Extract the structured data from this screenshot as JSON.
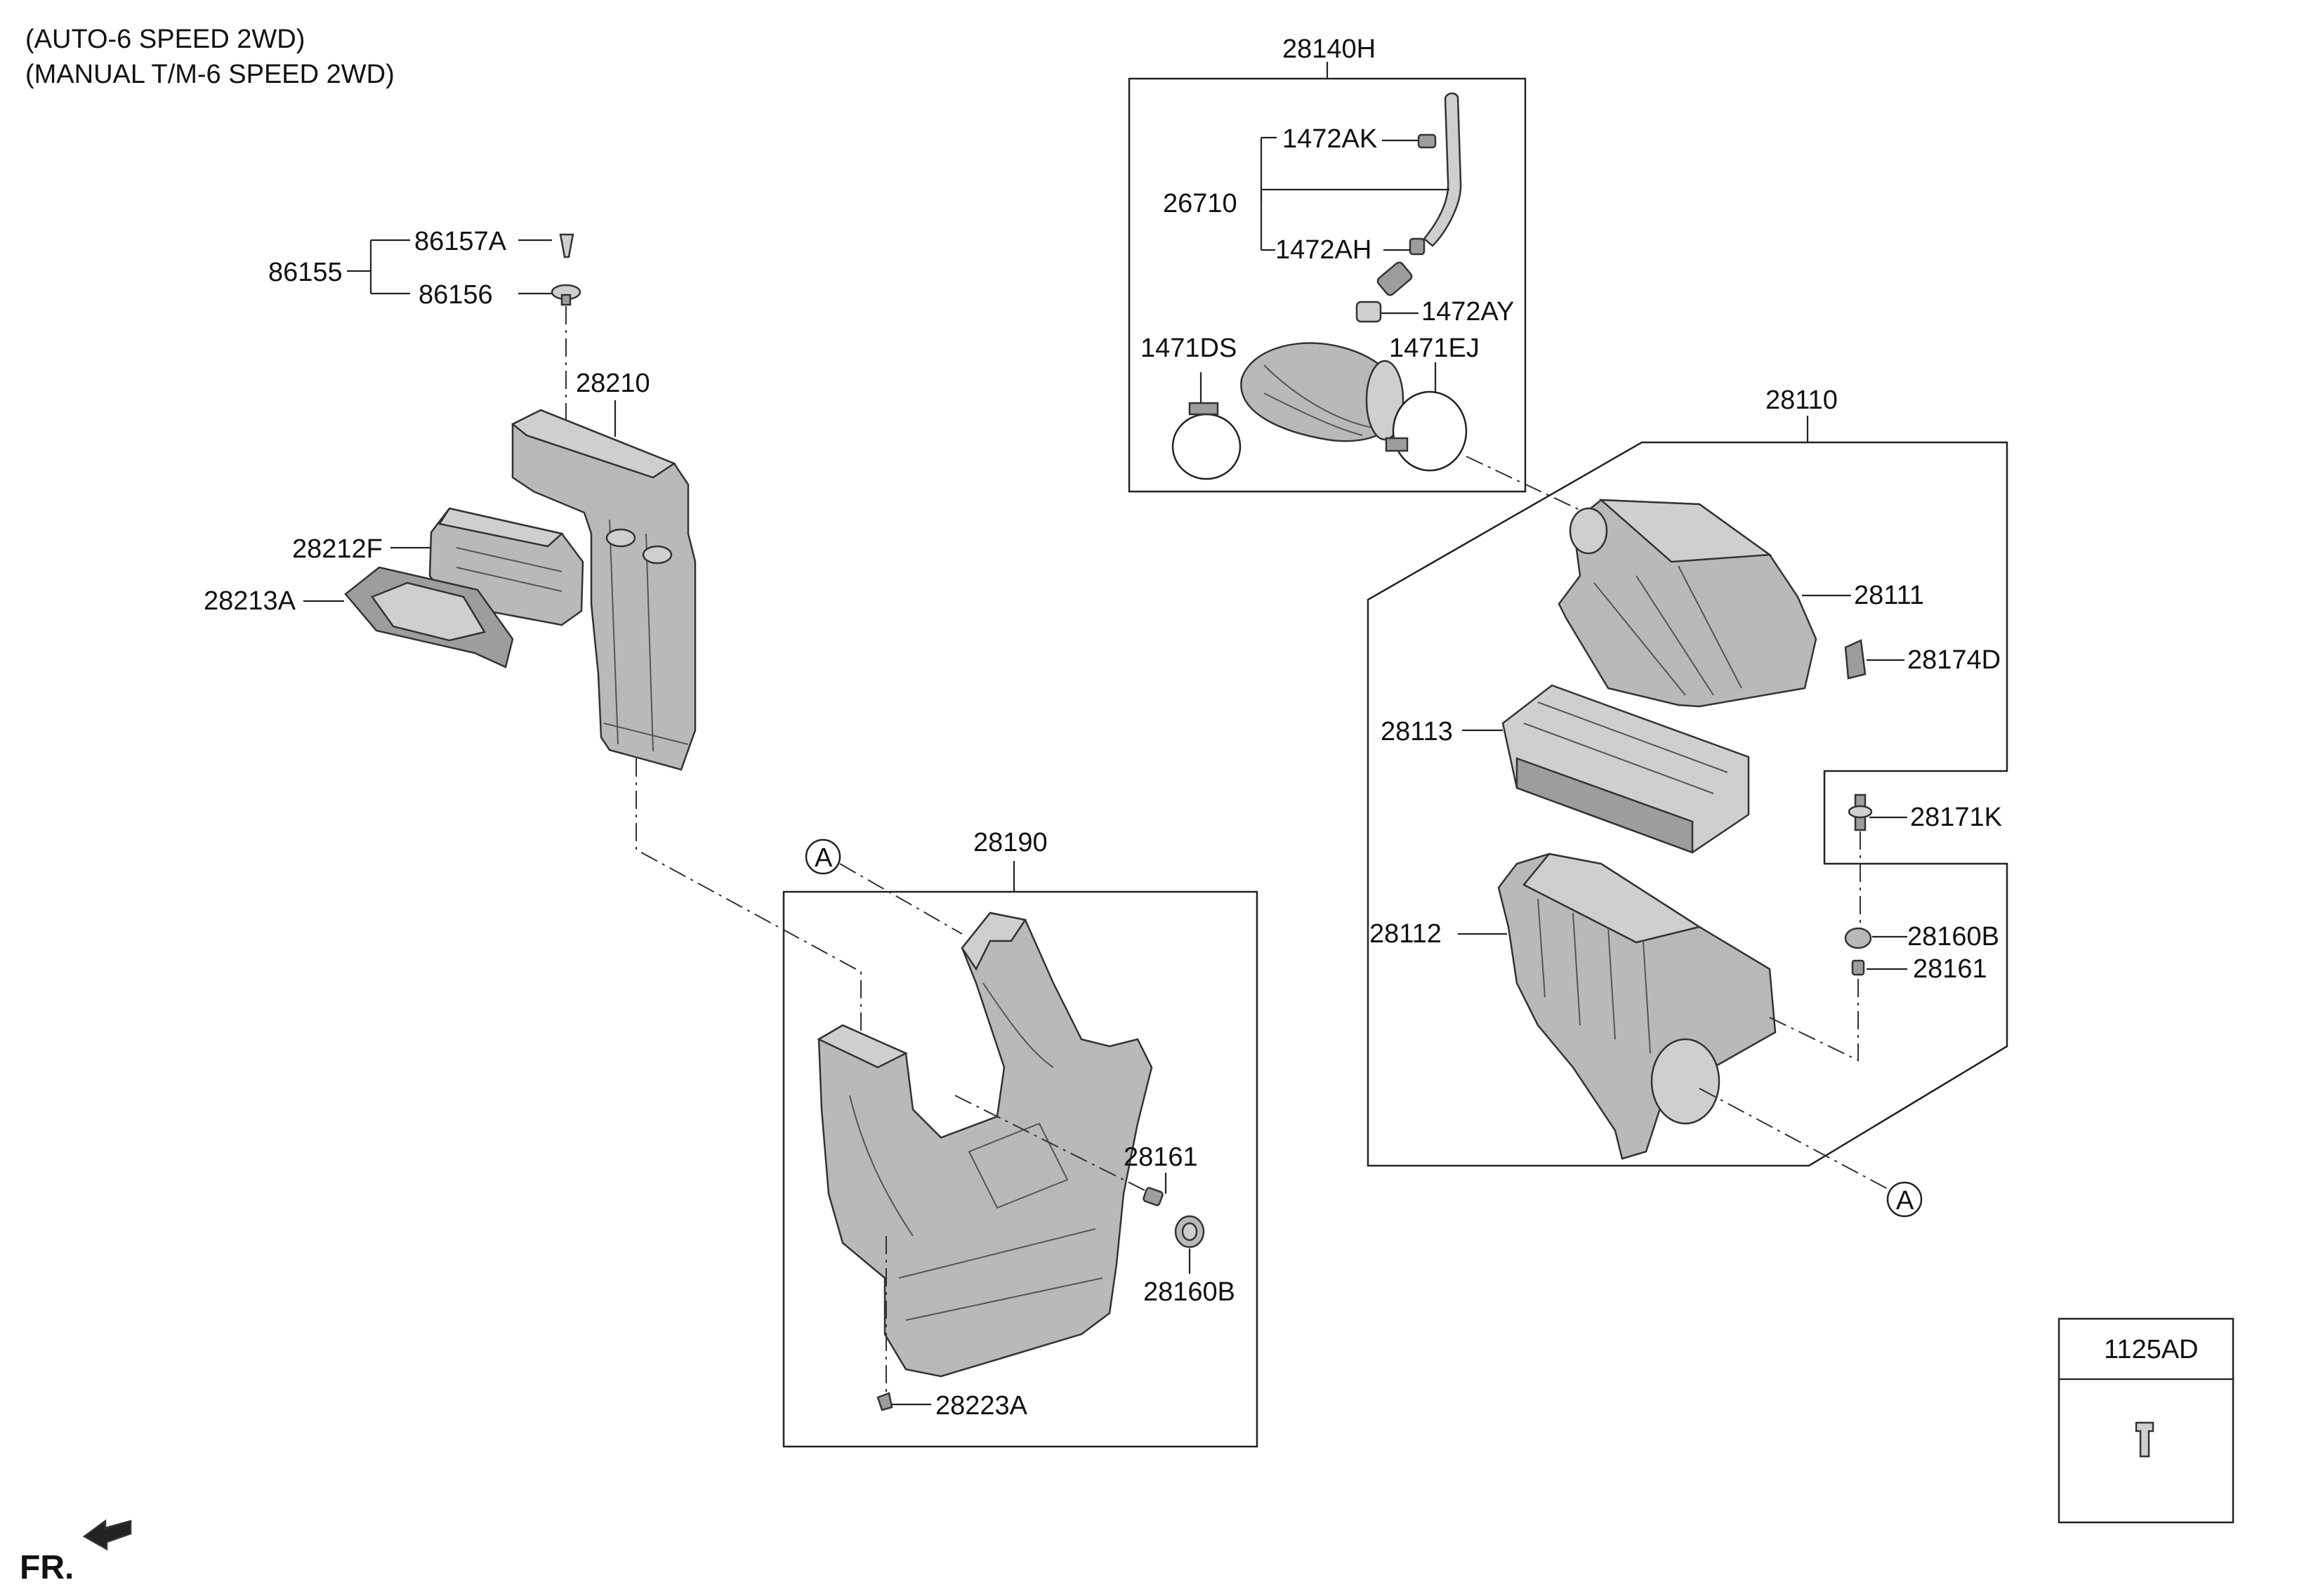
{
  "header": {
    "line1": "(AUTO-6 SPEED 2WD)",
    "line2": "(MANUAL T/M-6 SPEED 2WD)"
  },
  "direction_label": "FR.",
  "callouts": {
    "p28140H": "28140H",
    "p1472AK": "1472AK",
    "p26710": "26710",
    "p1472AH": "1472AH",
    "p1472AY": "1472AY",
    "p1471DS": "1471DS",
    "p1471EJ": "1471EJ",
    "p86157A": "86157A",
    "p86155": "86155",
    "p86156": "86156",
    "p28210": "28210",
    "p28212F": "28212F",
    "p28213A": "28213A",
    "p28110": "28110",
    "p28111": "28111",
    "p28174D": "28174D",
    "p28113": "28113",
    "p28171K": "28171K",
    "p28112": "28112",
    "p28160B_right": "28160B",
    "p28161_right": "28161",
    "p28190": "28190",
    "p28161_left": "28161",
    "p28160B_left": "28160B",
    "p28223A": "28223A",
    "p1125AD": "1125AD"
  },
  "reference_marks": {
    "mark_a_left": "A",
    "mark_a_right": "A"
  }
}
